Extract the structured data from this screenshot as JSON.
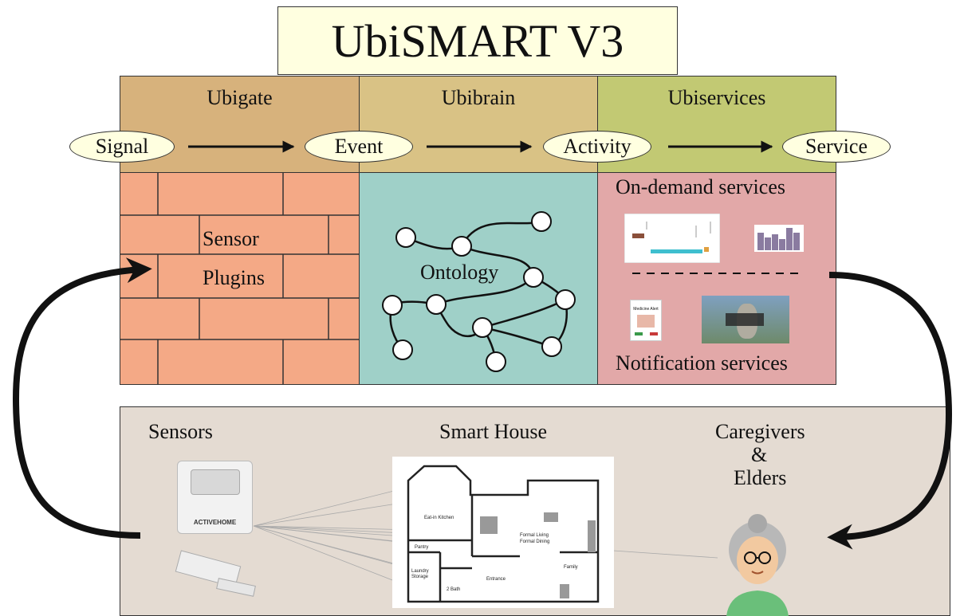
{
  "title": "UbiSMART V3",
  "columns": [
    {
      "label": "Ubigate",
      "color": "#d7b27c"
    },
    {
      "label": "Ubibrain",
      "color": "#d9c285"
    },
    {
      "label": "Ubiservices",
      "color": "#c2c973"
    }
  ],
  "pipeline": [
    "Signal",
    "Event",
    "Activity",
    "Service"
  ],
  "sensor_plugins": {
    "line1": "Sensor",
    "line2": "Plugins",
    "color": "#f4a986"
  },
  "ontology": {
    "label": "Ontology",
    "color": "#9fd0c8"
  },
  "services": {
    "on_demand": "On-demand services",
    "notification": "Notification services",
    "color": "#e2a8a8",
    "phone_alert": "Medicine Alert"
  },
  "house": {
    "sensors": "Sensors",
    "smart_house": "Smart House",
    "caregivers_line1": "Caregivers",
    "caregivers_line2": "&",
    "caregivers_line3": "Elders",
    "device_brand": "ACTIVEHOME",
    "rooms": [
      "Eat-in Kitchen",
      "Formal Living",
      "Formal Dining",
      "Pantry",
      "Laundry",
      "Storage",
      "Entrance",
      "Family",
      "2 Bath"
    ]
  }
}
